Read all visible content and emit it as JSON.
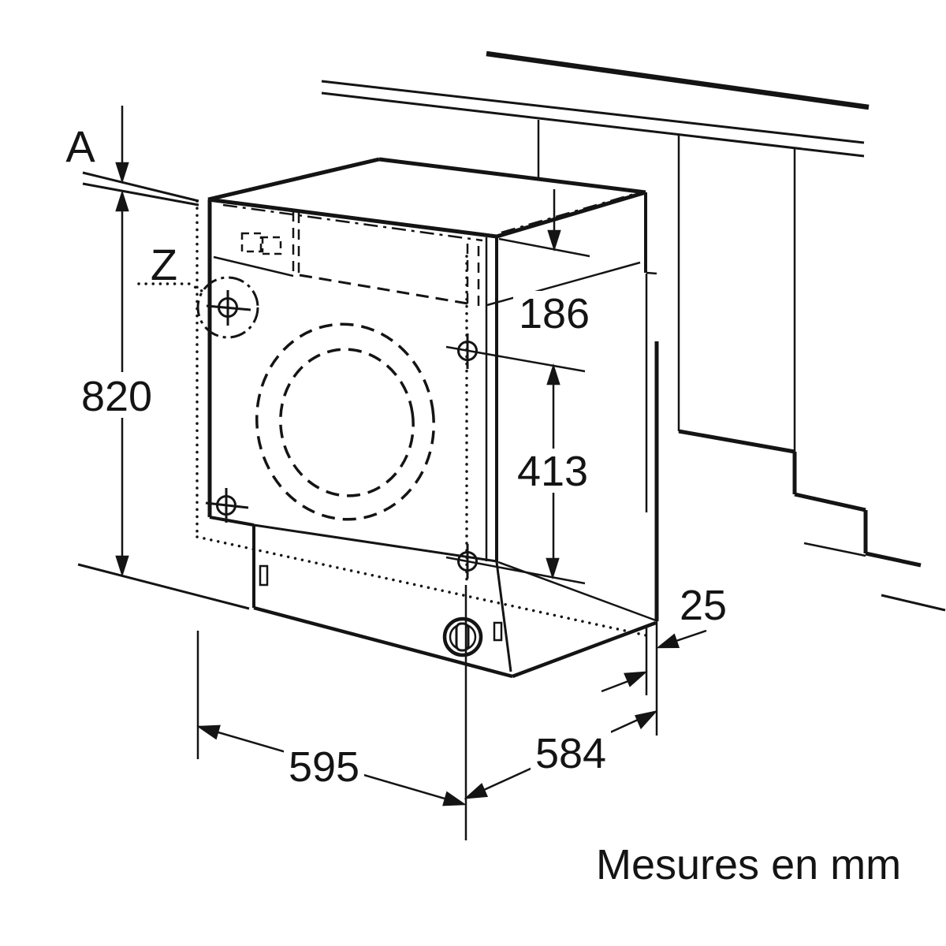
{
  "diagram": {
    "kind": "appliance installation dimension drawing",
    "units_note": "Mesures en mm",
    "labels": {
      "worktop_thickness": "A",
      "detail_marker": "Z",
      "niche_height": "820",
      "panel_height": "186",
      "fixing_spacing": "413",
      "door_gap": "25",
      "width": "595",
      "depth": "584"
    },
    "colors": {
      "line": "#141414",
      "background": "#ffffff"
    }
  }
}
